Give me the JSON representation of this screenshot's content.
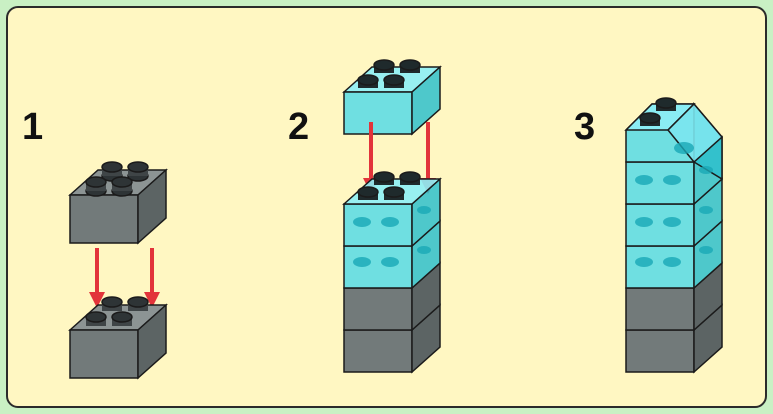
{
  "steps": [
    {
      "number": "1"
    },
    {
      "number": "2"
    },
    {
      "number": "3"
    }
  ],
  "colors": {
    "background": "#c9f0c4",
    "panel": "#fff7c2",
    "grey_brick": "#6e7676",
    "trans_cyan_brick": "#39d3e2",
    "arrow": "#e2343a",
    "outline": "#1b1b1b"
  },
  "icons": [
    "grey-2x2-brick-icon",
    "trans-cyan-2x2-brick-icon",
    "trans-cyan-slope-brick-icon",
    "down-arrow-icon"
  ]
}
